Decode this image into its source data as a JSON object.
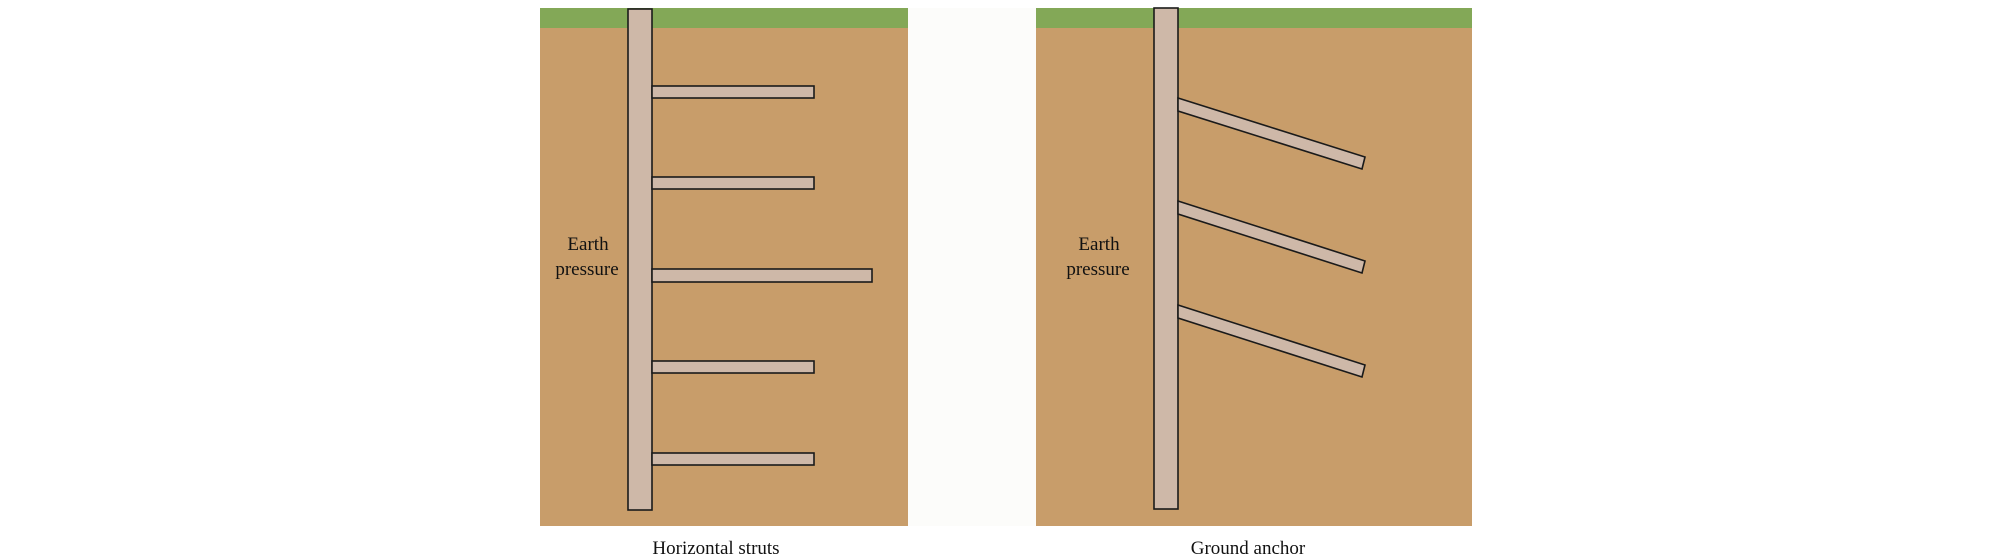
{
  "colors": {
    "soil": "#C89D6A",
    "grass": "#83A857",
    "member": "#CEB8A8",
    "outline": "#1a1a1a",
    "gap": "#FCFCFA",
    "text": "#111111"
  },
  "panels": {
    "left": {
      "earth_label_line1": "Earth",
      "earth_label_line2": "pressure",
      "caption": "Horizontal struts"
    },
    "right": {
      "earth_label_line1": "Earth",
      "earth_label_line2": "pressure",
      "caption": "Ground anchor"
    }
  }
}
